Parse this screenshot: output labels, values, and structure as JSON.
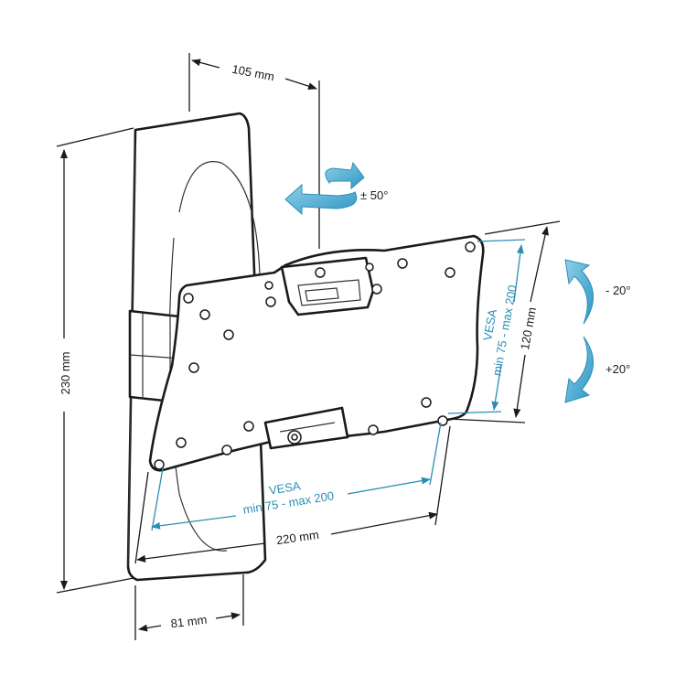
{
  "dimensions": {
    "depth_top": "105 mm",
    "height": "230 mm",
    "wall_width": "81 mm",
    "plate_width": "220 mm",
    "plate_height": "120 mm"
  },
  "vesa": {
    "horizontal_title": "VESA",
    "horizontal_range": "min 75 - max 200",
    "vertical_title": "VESA",
    "vertical_range": "min 75 - max 200"
  },
  "angles": {
    "swivel": "± 50°",
    "tilt_up": "- 20°",
    "tilt_down": "+20°"
  },
  "colors": {
    "accent": "#2b8fb5",
    "line": "#1a1a1a"
  },
  "icons": {
    "swivel": "rotate-arrow-icon",
    "tilt_up": "curved-arrow-up-icon",
    "tilt_down": "curved-arrow-down-icon"
  }
}
